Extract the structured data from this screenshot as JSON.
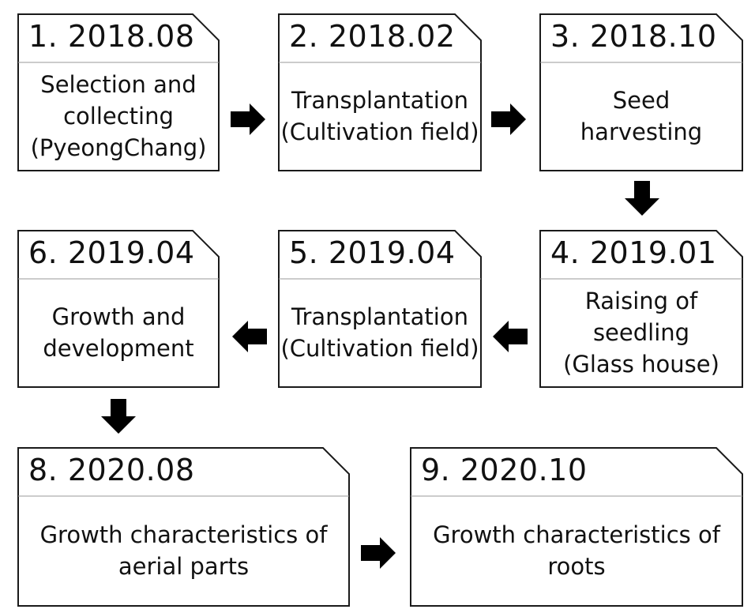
{
  "steps": [
    {
      "number": "1.",
      "date": "2018.08",
      "lines": [
        "Selection and",
        "collecting",
        "(PyeongChang)"
      ]
    },
    {
      "number": "2.",
      "date": "2018.02",
      "lines": [
        "Transplantation",
        "(Cultivation field)"
      ]
    },
    {
      "number": "3.",
      "date": "2018.10",
      "lines": [
        "Seed",
        "harvesting"
      ]
    },
    {
      "number": "4.",
      "date": "2019.01",
      "lines": [
        "Raising of",
        "seedling",
        "(Glass house)"
      ]
    },
    {
      "number": "5.",
      "date": "2019.04",
      "lines": [
        "Transplantation",
        "(Cultivation field)"
      ]
    },
    {
      "number": "6.",
      "date": "2019.04",
      "lines": [
        "Growth and",
        "development"
      ]
    },
    {
      "number": "8.",
      "date": "2020.08",
      "lines": [
        "Growth characteristics of",
        "aerial parts"
      ]
    },
    {
      "number": "9.",
      "date": "2020.10",
      "lines": [
        "Growth characteristics of",
        "roots"
      ]
    }
  ],
  "arrows": [
    {
      "from": "1.",
      "to": "2.",
      "direction": "right"
    },
    {
      "from": "2.",
      "to": "3.",
      "direction": "right"
    },
    {
      "from": "3.",
      "to": "4.",
      "direction": "down"
    },
    {
      "from": "4.",
      "to": "5.",
      "direction": "left"
    },
    {
      "from": "5.",
      "to": "6.",
      "direction": "left"
    },
    {
      "from": "6.",
      "to": "8.",
      "direction": "down"
    },
    {
      "from": "8.",
      "to": "9.",
      "direction": "right"
    }
  ],
  "colors": {
    "stroke": "#1a1a1a",
    "divider": "#999999",
    "arrow": "#000000",
    "background": "#ffffff"
  }
}
